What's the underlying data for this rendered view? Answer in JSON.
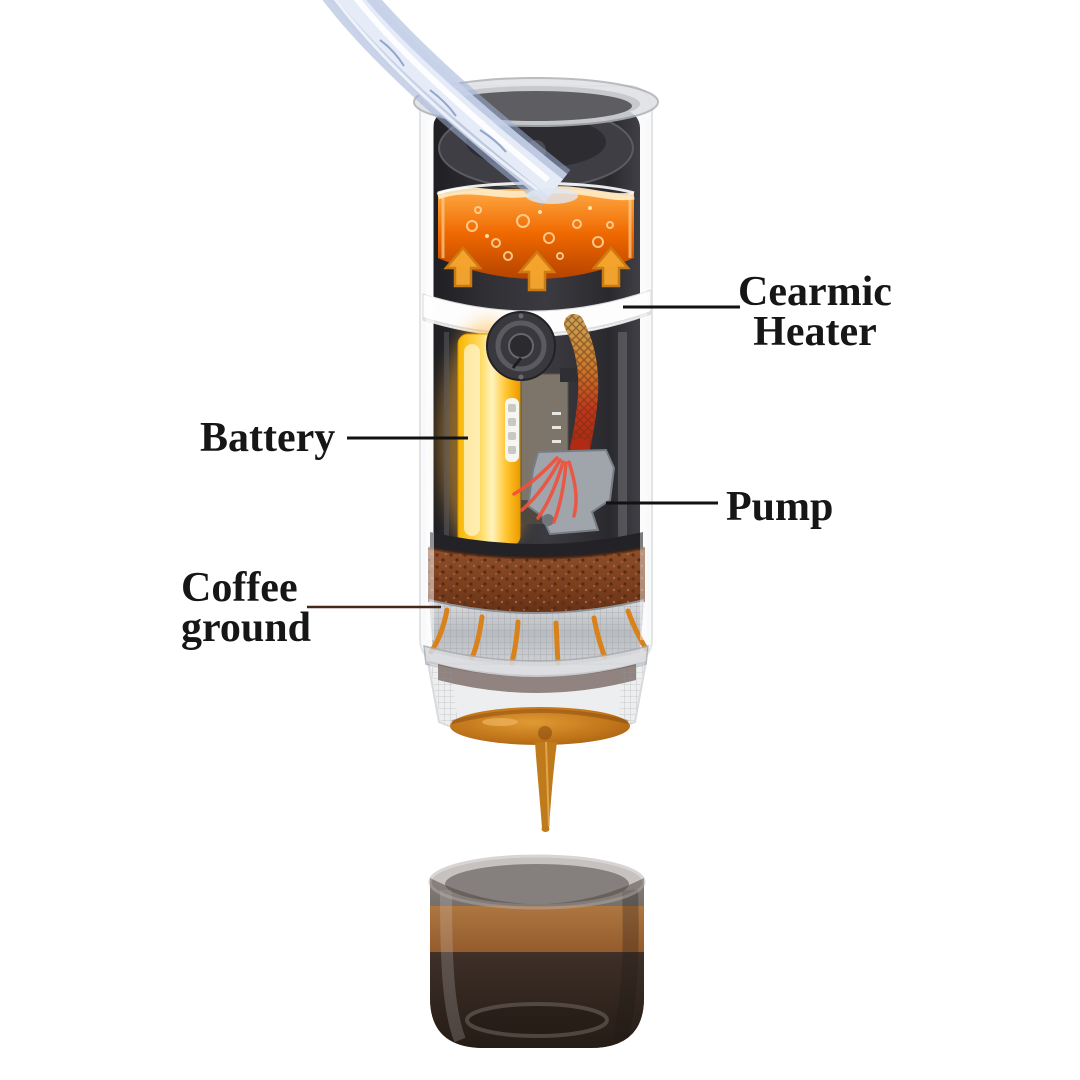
{
  "diagram": {
    "type": "product-cutaway",
    "subject": "portable espresso maker cross-section pouring espresso into a cup",
    "labels": {
      "ceramic_heater": "Cearmic\nHeater",
      "battery": "Battery",
      "pump": "Pump",
      "coffee_ground": "Coffee\nground"
    },
    "colors": {
      "background": "#ffffff",
      "label_text": "#161616",
      "leader_line": "#121212",
      "coffee_leader_line": "#44291a",
      "water_blue": "#c6d2ea",
      "hot_water_orange": "#f06800",
      "arrow_orange": "#f6a62e",
      "heater_white": "#fdfdfd",
      "battery_yellow": "#ffd95e",
      "hose_red": "#c2331b",
      "pump_grey": "#9fa5ab",
      "coffee_ground_brown": "#8f4f2a",
      "espresso_caramel": "#c1761a",
      "cup_smoke": "#4a403b",
      "crema_band": "#a5672f"
    }
  }
}
